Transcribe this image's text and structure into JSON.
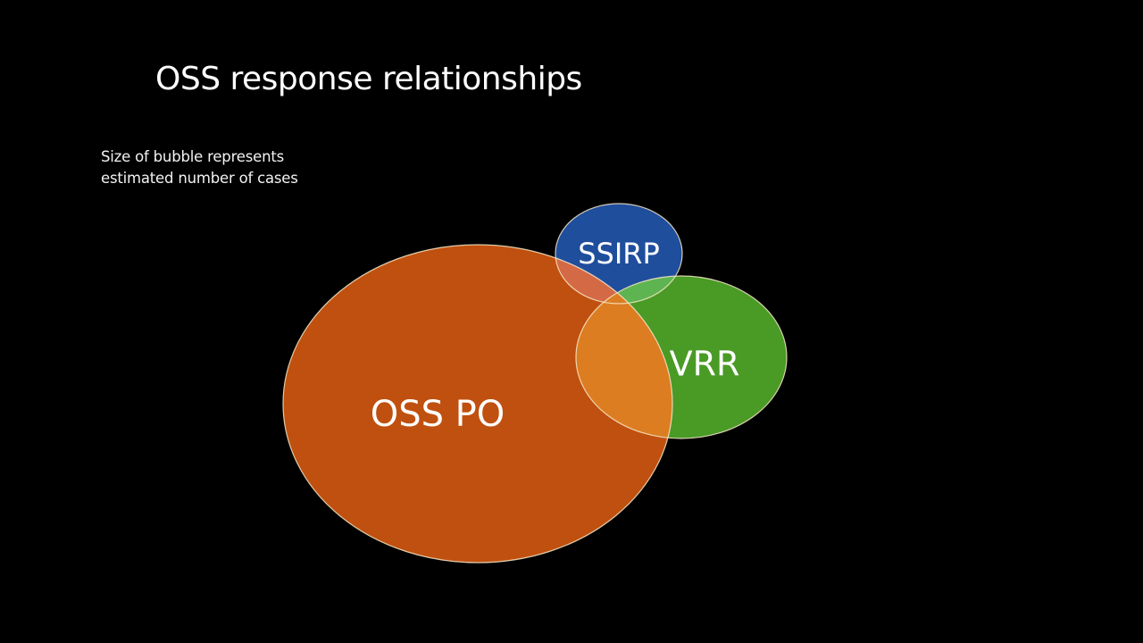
{
  "slide": {
    "title": "OSS response relationships",
    "subtitle_lines": [
      "Size of bubble represents",
      "estimated number of cases"
    ]
  },
  "diagram": {
    "type": "bubble-overlap",
    "note": "Size of bubble represents estimated number of cases",
    "bubbles": [
      {
        "id": "oss-po",
        "label": "OSS PO",
        "color": "#C0500F",
        "overlaps": [
          "ssirp",
          "vrr"
        ]
      },
      {
        "id": "ssirp",
        "label": "SSIRP",
        "color": "#1F4E9C",
        "overlaps": [
          "oss-po",
          "vrr"
        ]
      },
      {
        "id": "vrr",
        "label": "VRR",
        "color": "#4A9A26",
        "overlaps": [
          "oss-po",
          "ssirp"
        ]
      }
    ],
    "overlap_colors": {
      "oss-po+vrr": "#DC7D22",
      "oss-po+ssirp": "#D46A45",
      "ssirp+vrr": "#5EB450"
    },
    "outline_color": "#F6E7C8"
  }
}
